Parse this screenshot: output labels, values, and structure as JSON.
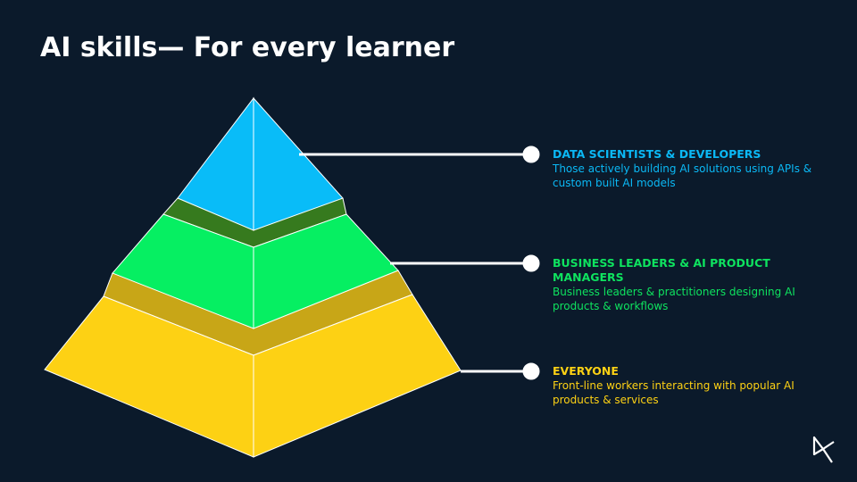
{
  "title": "AI skills— For every learner",
  "tiers": [
    {
      "heading": "DATA SCIENTISTS & DEVELOPERS",
      "description": "Those actively building AI solutions using APIs & custom built AI models",
      "color": "#0bb8f5"
    },
    {
      "heading": "BUSINESS LEADERS & AI PRODUCT MANAGERS",
      "description": "Business leaders & practitioners designing AI products & workflows",
      "color": "#0ee35f"
    },
    {
      "heading": "EVERYONE",
      "description": "Front-line workers interacting with popular AI products & services",
      "color": "#fdd114"
    }
  ],
  "logo": "DL"
}
